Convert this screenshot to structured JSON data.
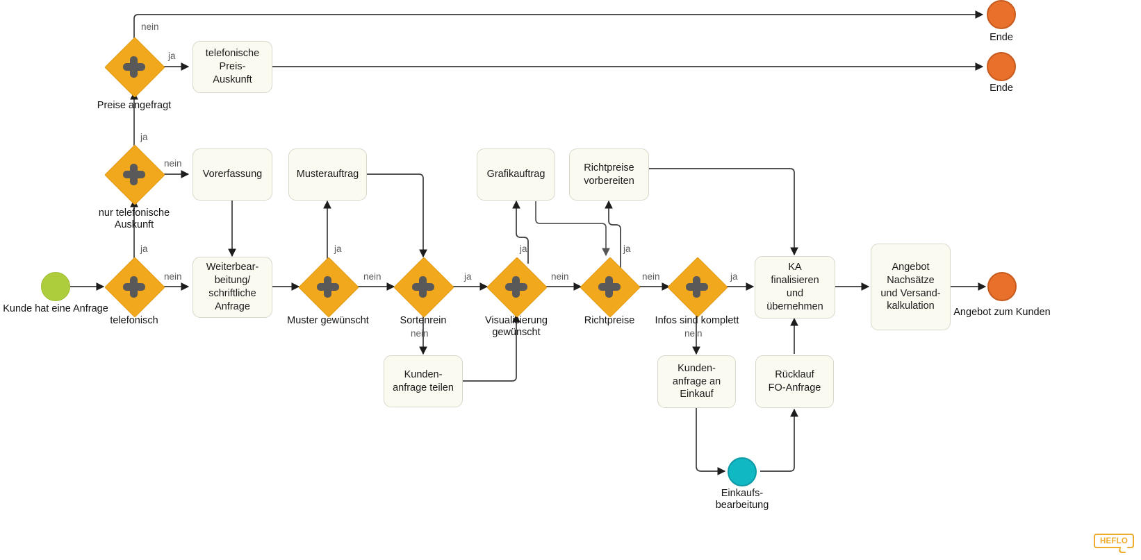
{
  "diagram": {
    "title": "Kundenanfrage / Angebotsprozess",
    "type": "bpmn-process",
    "colors": {
      "gateway_fill": "#F2A81D",
      "gateway_symbol": "#595959",
      "task_fill": "#FBFAF0",
      "task_border": "#D8D7CB",
      "start_event": "#AECD3C",
      "end_event": "#E8702A",
      "intermediate_event": "#10B8C4",
      "connector": "#3A3A3A",
      "label_text": "#141414",
      "edge_label_text": "#5C5C5C",
      "brand": "#EFAB2B"
    }
  },
  "events": {
    "start": {
      "label": "Kunde hat eine Anfrage"
    },
    "end_top": {
      "label": "Ende"
    },
    "end_second": {
      "label": "Ende"
    },
    "end_offer": {
      "label": "Angebot zum Kunden"
    },
    "intermediate_purchase": {
      "label": "Einkaufs-\nbearbeitung"
    }
  },
  "gateways": [
    {
      "id": "preise-angefragt",
      "label": "Preise angefragt"
    },
    {
      "id": "nur-telefonische-auskunft",
      "label": "nur telefonische\nAuskunft"
    },
    {
      "id": "telefonisch",
      "label": "telefonisch"
    },
    {
      "id": "muster-gewuenscht",
      "label": "Muster gewünscht"
    },
    {
      "id": "sortenrein",
      "label": "Sortenrein"
    },
    {
      "id": "visualisierung-gewuenscht",
      "label": "Visualisierung\ngewünscht"
    },
    {
      "id": "richtpreise",
      "label": "Richtpreise"
    },
    {
      "id": "infos-sind-komplett",
      "label": "Infos sind komplett"
    }
  ],
  "tasks": [
    {
      "id": "telefonische-preis-auskunft",
      "label": "telefonische\nPreis-\nAuskunft"
    },
    {
      "id": "vorerfassung",
      "label": "Vorerfassung"
    },
    {
      "id": "musterauftrag",
      "label": "Musterauftrag"
    },
    {
      "id": "grafikauftrag",
      "label": "Grafikauftrag"
    },
    {
      "id": "richtpreise-vorbereiten",
      "label": "Richtpreise\nvorbereiten"
    },
    {
      "id": "weiterbearbeitung-schriftliche-anfrage",
      "label": "Weiterbear-\nbeitung/\nschriftliche\nAnfrage"
    },
    {
      "id": "kundenanfrage-teilen",
      "label": "Kunden-\nanfrage teilen"
    },
    {
      "id": "kundenanfrage-an-einkauf",
      "label": "Kunden-\nanfrage an\nEinkauf"
    },
    {
      "id": "ruecklauf-fo-anfrage",
      "label": "Rücklauf\nFO-Anfrage"
    },
    {
      "id": "ka-finalisieren-und-uebernehmen",
      "label": "KA\nfinalisieren\nund\nübernehmen"
    },
    {
      "id": "angebot-nachsaetze-versandkalkulation",
      "label": "Angebot\nNachsätze\nund Versand-\nkalkulation"
    }
  ],
  "edge_labels": {
    "preise_angefragt_nein": "nein",
    "preise_angefragt_ja": "ja",
    "nur_telefonische_auskunft_ja": "ja",
    "nur_telefonische_auskunft_nein": "nein",
    "telefonisch_ja": "ja",
    "telefonisch_nein": "nein",
    "muster_gewuenscht_ja": "ja",
    "muster_gewuenscht_nein": "nein",
    "sortenrein_ja": "ja",
    "sortenrein_nein": "nein",
    "visualisierung_ja": "ja",
    "visualisierung_nein": "nein",
    "richtpreise_ja": "ja",
    "richtpreise_nein": "nein",
    "infos_komplett_ja": "ja",
    "infos_komplett_nein": "nein"
  },
  "branding": {
    "logo_text": "HEFLO"
  }
}
